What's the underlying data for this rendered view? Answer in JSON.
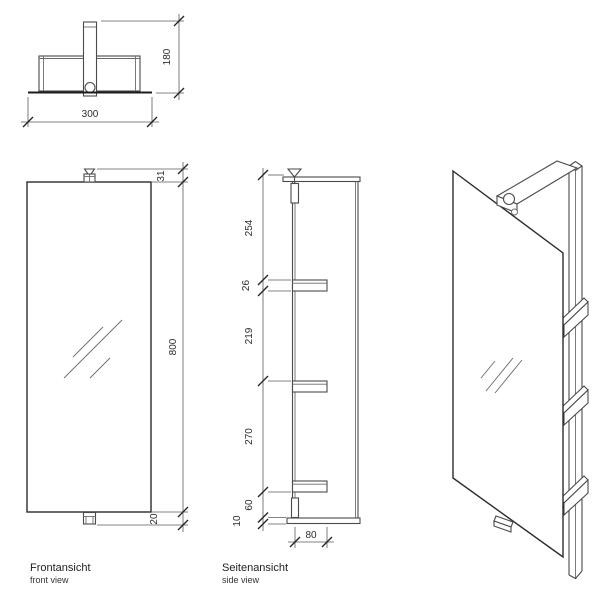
{
  "drawing": {
    "views": {
      "top_view": {
        "dim_width": "300",
        "dim_depth": "180"
      },
      "front_view": {
        "label": "Frontansicht",
        "sublabel": "front view",
        "dim_top_bracket": "31",
        "dim_height": "800",
        "dim_bottom_bracket": "20"
      },
      "side_view": {
        "label": "Seitenansicht",
        "sublabel": "side view",
        "dim_top_to_shelf1": "254",
        "dim_shelf_thickness": "26",
        "dim_shelf1_to_shelf2": "219",
        "dim_shelf2_to_shelf3": "270",
        "dim_shelf3_to_base": "60",
        "dim_base_plate": "10",
        "dim_depth": "80"
      }
    },
    "colors": {
      "background": "#ffffff",
      "line": "#4a4a4a",
      "dark_line": "#1c1c1c",
      "text": "#2d2d2d"
    }
  }
}
